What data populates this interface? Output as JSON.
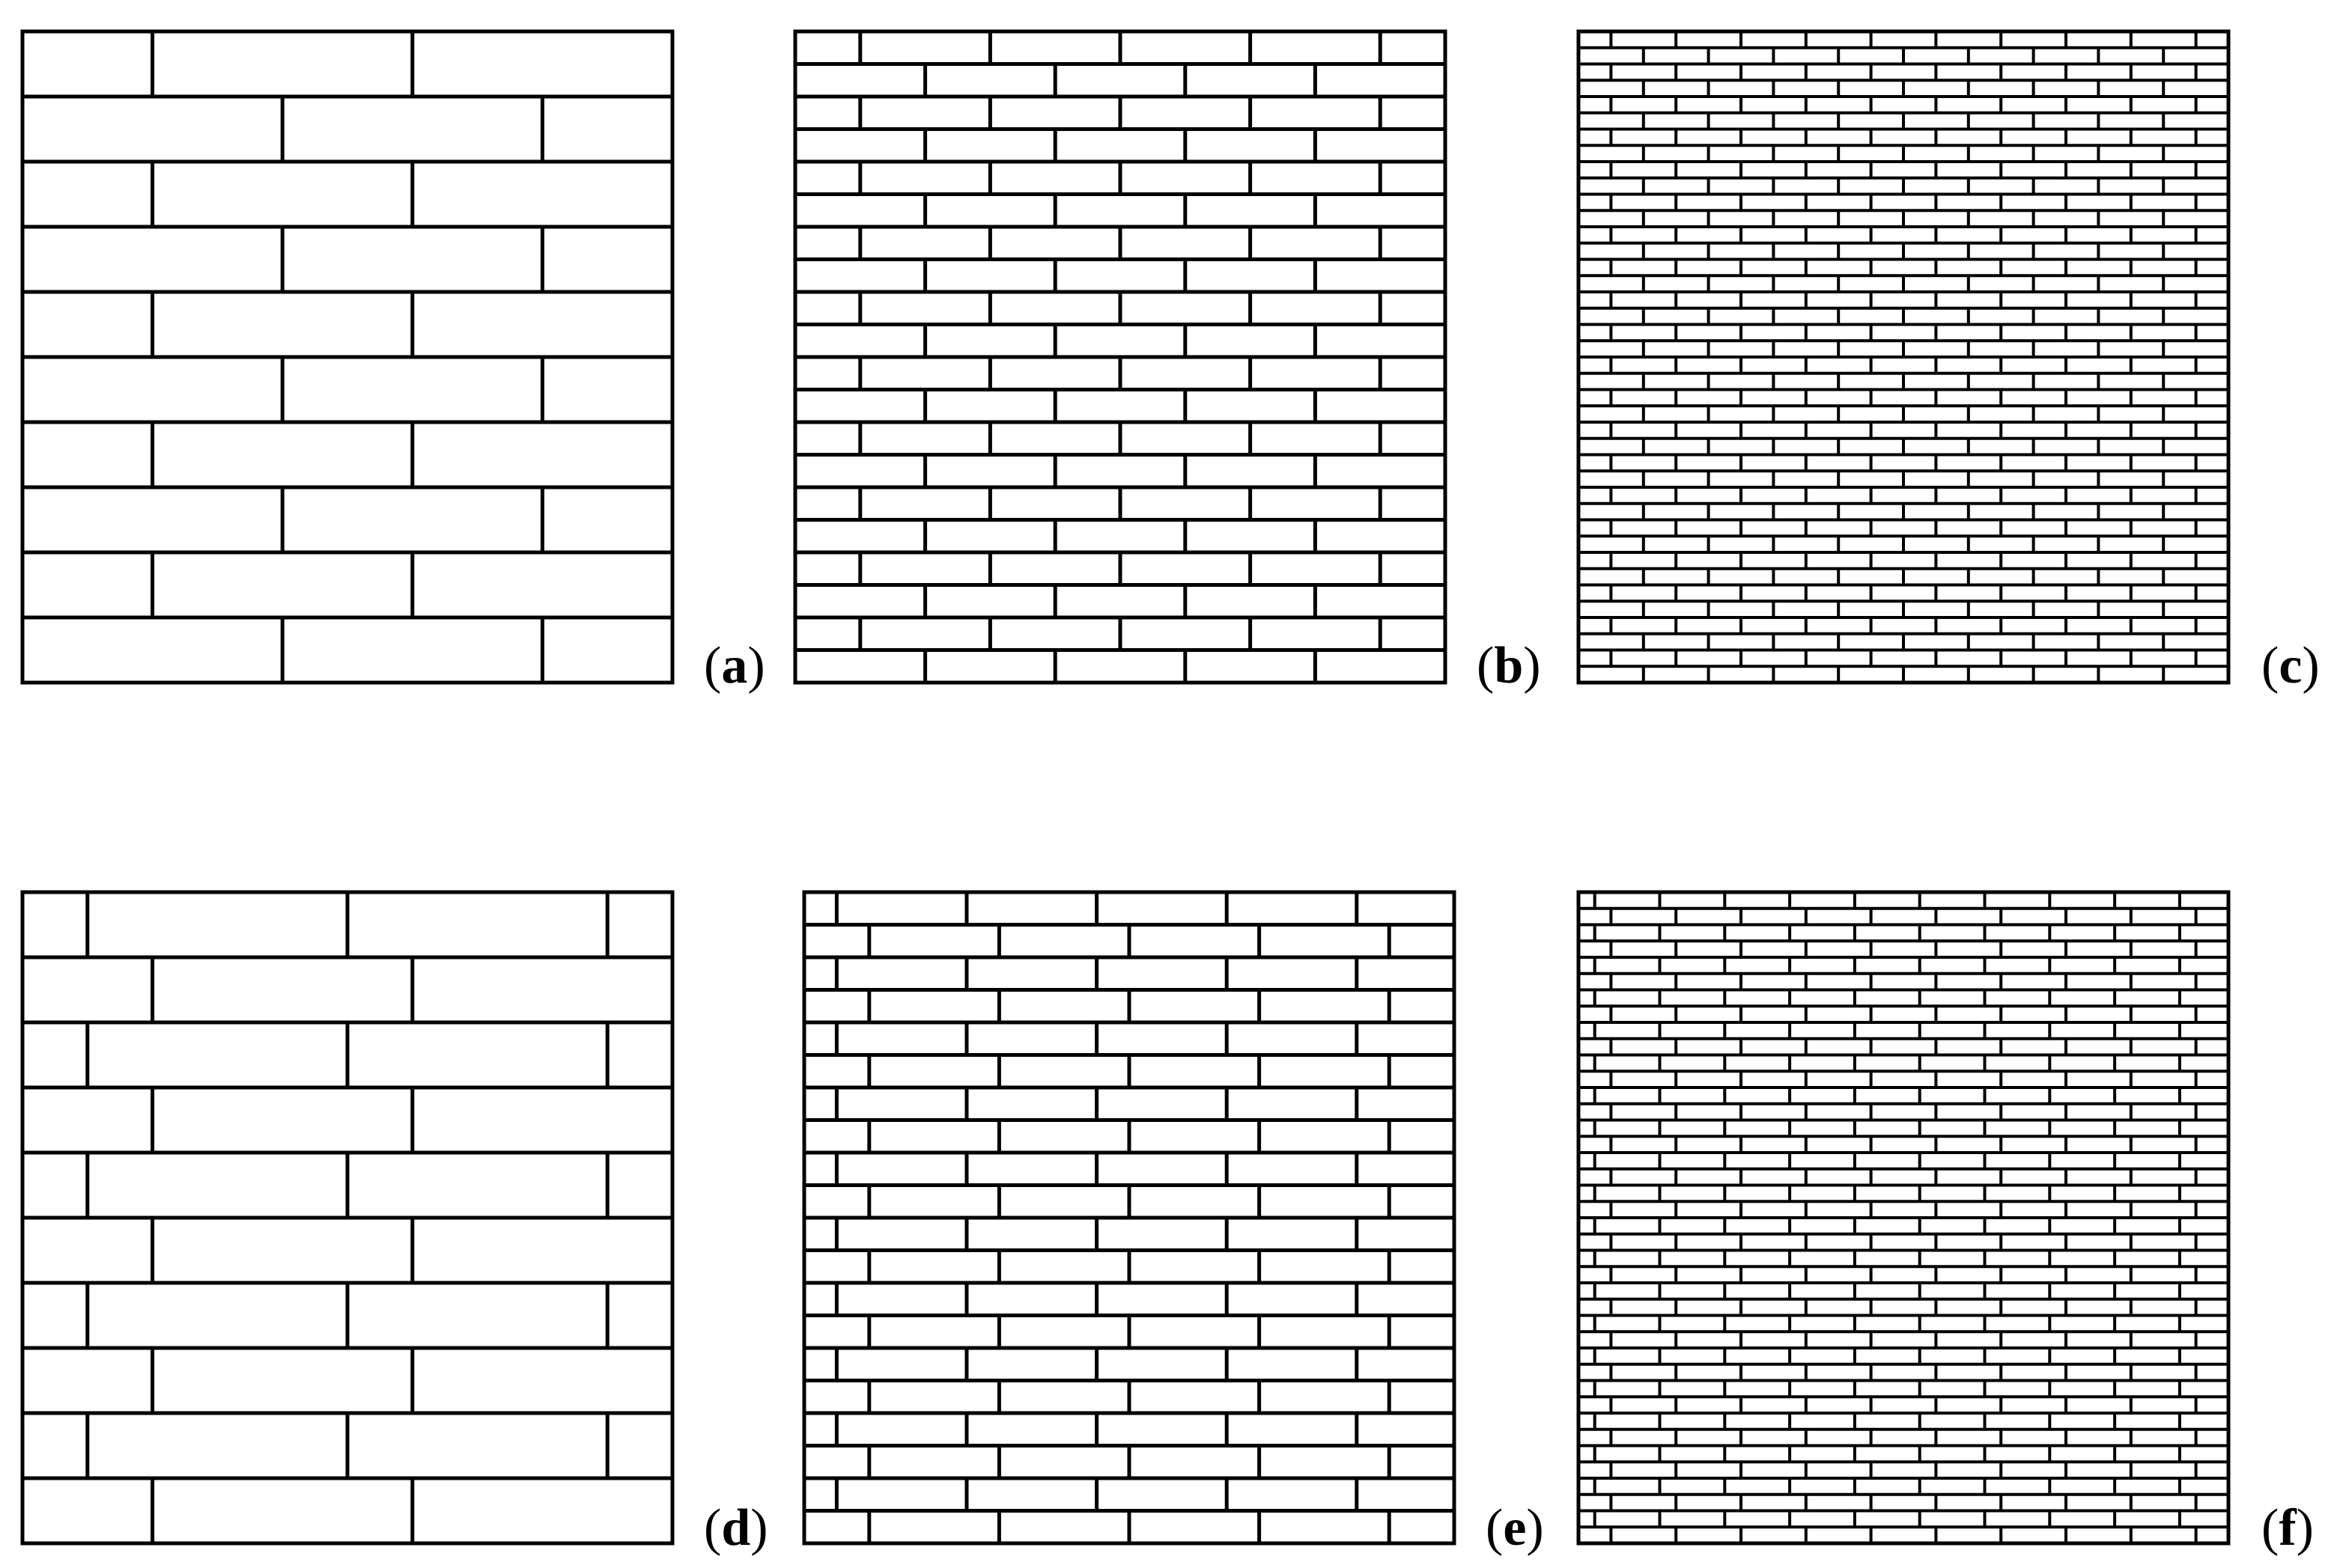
{
  "figure": {
    "panels": [
      {
        "id": "a",
        "label": "a",
        "course_count": 10,
        "units_per_course": 2.5,
        "phase": "half",
        "top_row_starts_with_offset": true
      },
      {
        "id": "b",
        "label": "b",
        "course_count": 20,
        "units_per_course": 5,
        "phase": "half",
        "top_row_starts_with_offset": true
      },
      {
        "id": "c",
        "label": "c",
        "course_count": 40,
        "units_per_course": 10,
        "phase": "half",
        "top_row_starts_with_offset": true
      },
      {
        "id": "d",
        "label": "d",
        "course_count": 10,
        "units_per_course": 2.5,
        "phase": "quarter",
        "top_row_starts_with_offset": true
      },
      {
        "id": "e",
        "label": "e",
        "course_count": 20,
        "units_per_course": 5,
        "phase": "quarter",
        "top_row_starts_with_offset": true
      },
      {
        "id": "f",
        "label": "f",
        "course_count": 40,
        "units_per_course": 10,
        "phase": "quarter",
        "top_row_starts_with_offset": true
      }
    ],
    "paren_open": "(",
    "paren_close": ")",
    "stroke_color": "#000000",
    "background_color": "#ffffff"
  }
}
